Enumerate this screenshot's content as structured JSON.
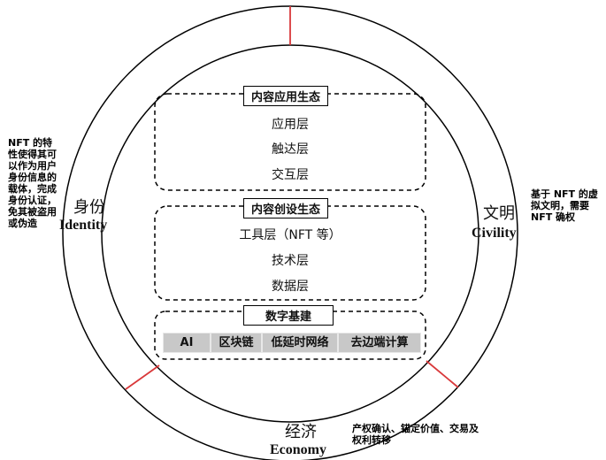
{
  "ecosystems": {
    "application": {
      "title": "内容应用生态",
      "layers": [
        "应用层",
        "触达层",
        "交互层"
      ]
    },
    "creation": {
      "title": "内容创设生态",
      "layers": [
        "工具层（NFT 等）",
        "技术层",
        "数据层"
      ]
    },
    "infrastructure": {
      "title": "数字基建",
      "items": [
        "AI",
        "区块链",
        "低延时网络",
        "去边端计算"
      ]
    }
  },
  "dimensions": {
    "identity": {
      "cn": "身份",
      "en": "Identity",
      "note": "NFT 的特性使得其可以作为用户身份信息的载体，完成身份认证，免其被盗用或伪造"
    },
    "civility": {
      "cn": "文明",
      "en": "Civility",
      "note": "基于 NFT 的虚拟文明，需要 NFT 确权"
    },
    "economy": {
      "cn": "经济",
      "en": "Economy",
      "note": "产权确认、锚定价值、交易及权利转移"
    }
  },
  "colors": {
    "divider": "#d9383a",
    "infra_fill": "#c8c8c8",
    "line": "#000000"
  }
}
